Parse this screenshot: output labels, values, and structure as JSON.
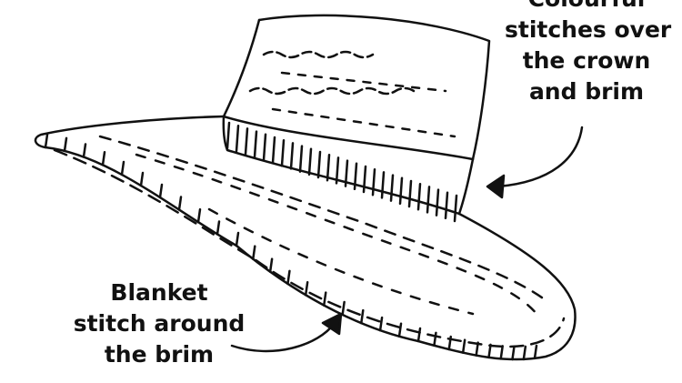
{
  "labels": {
    "crown": [
      "Colourful",
      "stitches over",
      "the crown",
      "and brim"
    ],
    "brim": [
      "Blanket",
      "stitch around",
      "the brim"
    ]
  },
  "colors": {
    "ink": "#111111",
    "background": "#ffffff"
  }
}
